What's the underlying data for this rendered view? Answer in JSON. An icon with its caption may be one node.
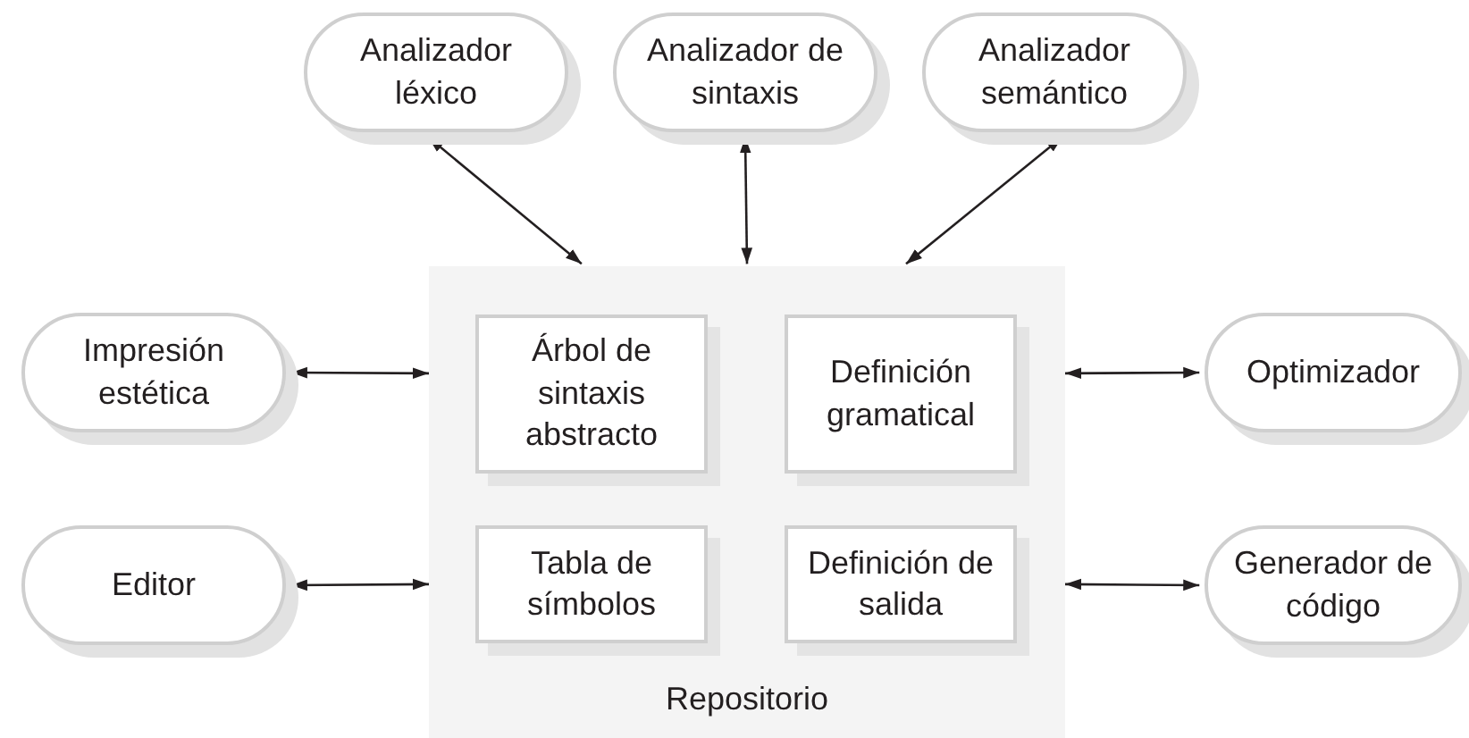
{
  "diagram": {
    "nodes": [
      {
        "text": [
          "Analizador léxico"
        ]
      },
      {
        "text": [
          "Analizador de sintaxis"
        ]
      },
      {
        "text": [
          "Analizador semántico"
        ]
      },
      {
        "text": [
          "Impresión estética"
        ]
      },
      {
        "text": [
          "Repositorio"
        ]
      },
      {
        "text": [
          "Árbol de sintaxis abstracto"
        ],
        "in": 4
      },
      {
        "text": [
          "Definición gramatical"
        ],
        "in": 4
      },
      {
        "text": [
          "Optimizador"
        ]
      },
      {
        "text": [
          "Editor"
        ]
      },
      {
        "text": [
          "Tabla de símbolos"
        ],
        "in": 4
      },
      {
        "text": [
          "Definición de salida"
        ],
        "in": 4
      },
      {
        "text": [
          "Generador de código"
        ]
      }
    ],
    "edges": [
      {
        "from": 0,
        "to": 4,
        "arrow": "both"
      },
      {
        "from": 1,
        "to": 4,
        "arrow": "both"
      },
      {
        "from": 2,
        "to": 4,
        "arrow": "both"
      },
      {
        "from": 3,
        "to": 4,
        "arrow": "both"
      },
      {
        "from": 7,
        "to": 4,
        "arrow": "both"
      },
      {
        "from": 8,
        "to": 4,
        "arrow": "both"
      },
      {
        "from": 11,
        "to": 4,
        "arrow": "both"
      }
    ]
  }
}
